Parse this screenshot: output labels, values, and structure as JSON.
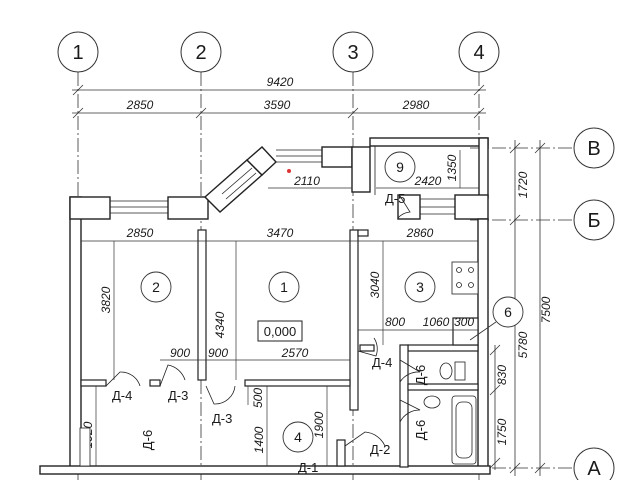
{
  "axes": {
    "vertical": [
      "1",
      "2",
      "3",
      "4"
    ],
    "horizontal": [
      "В",
      "Б",
      "А"
    ]
  },
  "dimensions": {
    "top_total": "9420",
    "top_1": "2850",
    "top_2": "3590",
    "top_3": "2980",
    "inner_2110": "2110",
    "inner_2420": "2420",
    "inner_1350": "1350",
    "row_2850": "2850",
    "row_3470": "3470",
    "row_2860": "2860",
    "v_3820": "3820",
    "v_4340": "4340",
    "v_3040": "3040",
    "right_1720": "1720",
    "right_7500": "7500",
    "right_5780": "5780",
    "right_830": "830",
    "right_1750": "1750",
    "d_800": "800",
    "d_1060": "1060",
    "d_300": "300",
    "d_900a": "900",
    "d_900b": "900",
    "d_2570": "2570",
    "v_1920": "1920",
    "v_1400": "1400",
    "v_1900": "1900",
    "v_500": "500"
  },
  "rooms": [
    "1",
    "2",
    "3",
    "4",
    "6",
    "9"
  ],
  "level": "0,000",
  "doors": {
    "d5": "Д-5",
    "d4a": "Д-4",
    "d3a": "Д-3",
    "d3b": "Д-3",
    "d4b": "Д-4",
    "d6a": "Д-6",
    "d6b": "Д-6",
    "d6c": "Д-6",
    "d2": "Д-2",
    "d1": "Д-1"
  }
}
